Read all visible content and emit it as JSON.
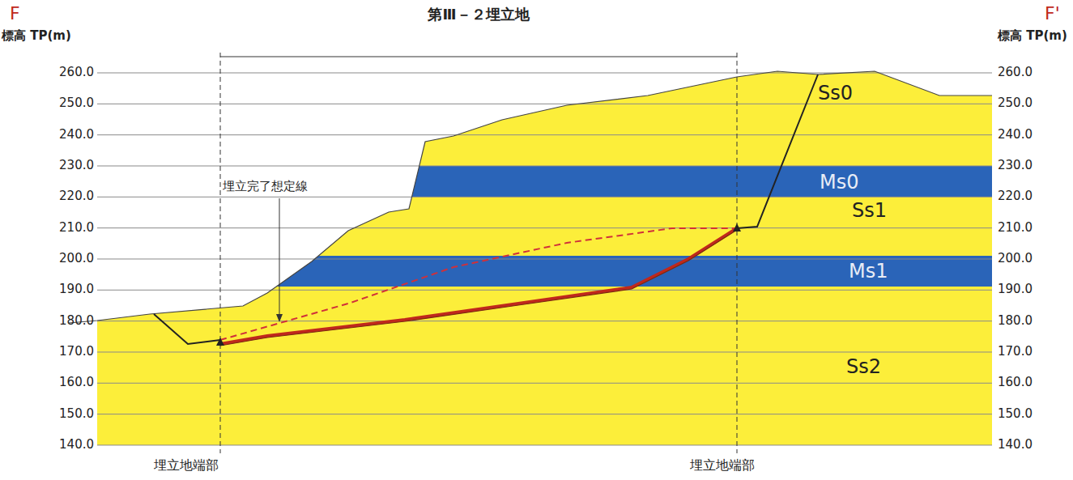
{
  "diagram": {
    "labels": [
      "F",
      "F'",
      "標高 TP(m)",
      "標高 TP(m)",
      "第Ⅲ－２埋立地",
      "埋立完了想定線",
      "Ss0",
      "Ms0",
      "Ss1",
      "Ms1",
      "Ss2",
      "埋立地端部",
      "埋立地端部",
      "260.0",
      "250.0",
      "240.0",
      "230.0",
      "220.0",
      "210.0",
      "200.0",
      "190.0",
      "180.0",
      "170.0",
      "160.0",
      "150.0",
      "140.0",
      "260.0",
      "250.0",
      "240.0",
      "230.0",
      "220.0",
      "210.0",
      "200.0",
      "190.0",
      "180.0",
      "170.0",
      "160.0",
      "150.0",
      "140.0"
    ]
  }
}
